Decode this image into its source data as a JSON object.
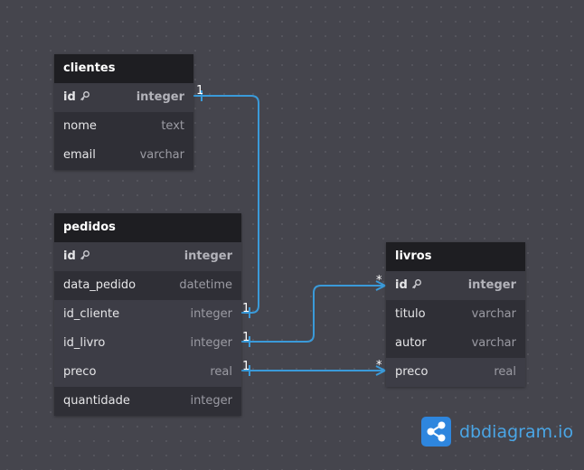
{
  "tables": {
    "clientes": {
      "name": "clientes",
      "fields": [
        {
          "name": "id",
          "type": "integer"
        },
        {
          "name": "nome",
          "type": "text"
        },
        {
          "name": "email",
          "type": "varchar"
        }
      ]
    },
    "pedidos": {
      "name": "pedidos",
      "fields": [
        {
          "name": "id",
          "type": "integer"
        },
        {
          "name": "data_pedido",
          "type": "datetime"
        },
        {
          "name": "id_cliente",
          "type": "integer"
        },
        {
          "name": "id_livro",
          "type": "integer"
        },
        {
          "name": "preco",
          "type": "real"
        },
        {
          "name": "quantidade",
          "type": "integer"
        }
      ]
    },
    "livros": {
      "name": "livros",
      "fields": [
        {
          "name": "id",
          "type": "integer"
        },
        {
          "name": "titulo",
          "type": "varchar"
        },
        {
          "name": "autor",
          "type": "varchar"
        },
        {
          "name": "preco",
          "type": "real"
        }
      ]
    }
  },
  "relations": [
    {
      "from": "clientes.id",
      "to": "pedidos.id_cliente",
      "from_card": "1",
      "to_card": "1"
    },
    {
      "from": "pedidos.id_livro",
      "to": "livros.id",
      "from_card": "1",
      "to_card": "*"
    },
    {
      "from": "pedidos.preco",
      "to": "livros.preco",
      "from_card": "1",
      "to_card": "*"
    }
  ],
  "brand": {
    "name": "dbdiagram.io"
  },
  "colors": {
    "background": "#45454d",
    "link": "#3a9ad9",
    "header": "#1e1e22",
    "row": "#2f2f36"
  }
}
